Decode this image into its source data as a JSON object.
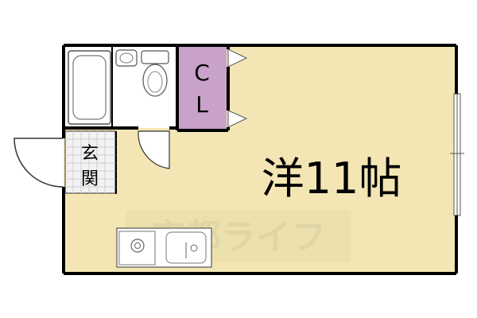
{
  "floor_plan": {
    "main_room_label": "洋11帖",
    "closet_label_line1": "C",
    "closet_label_line2": "L",
    "entrance_label_line1": "玄",
    "entrance_label_line2": "関",
    "watermark_text": "京都ライフ",
    "colors": {
      "floor": "#f3e6b4",
      "closet": "#c8a2c8",
      "wall": "#000000",
      "fixture_fill": "#ffffff",
      "fixture_line": "#555555",
      "entrance_tile": "#f2f2f2",
      "watermark": "#e0d5a6"
    }
  }
}
